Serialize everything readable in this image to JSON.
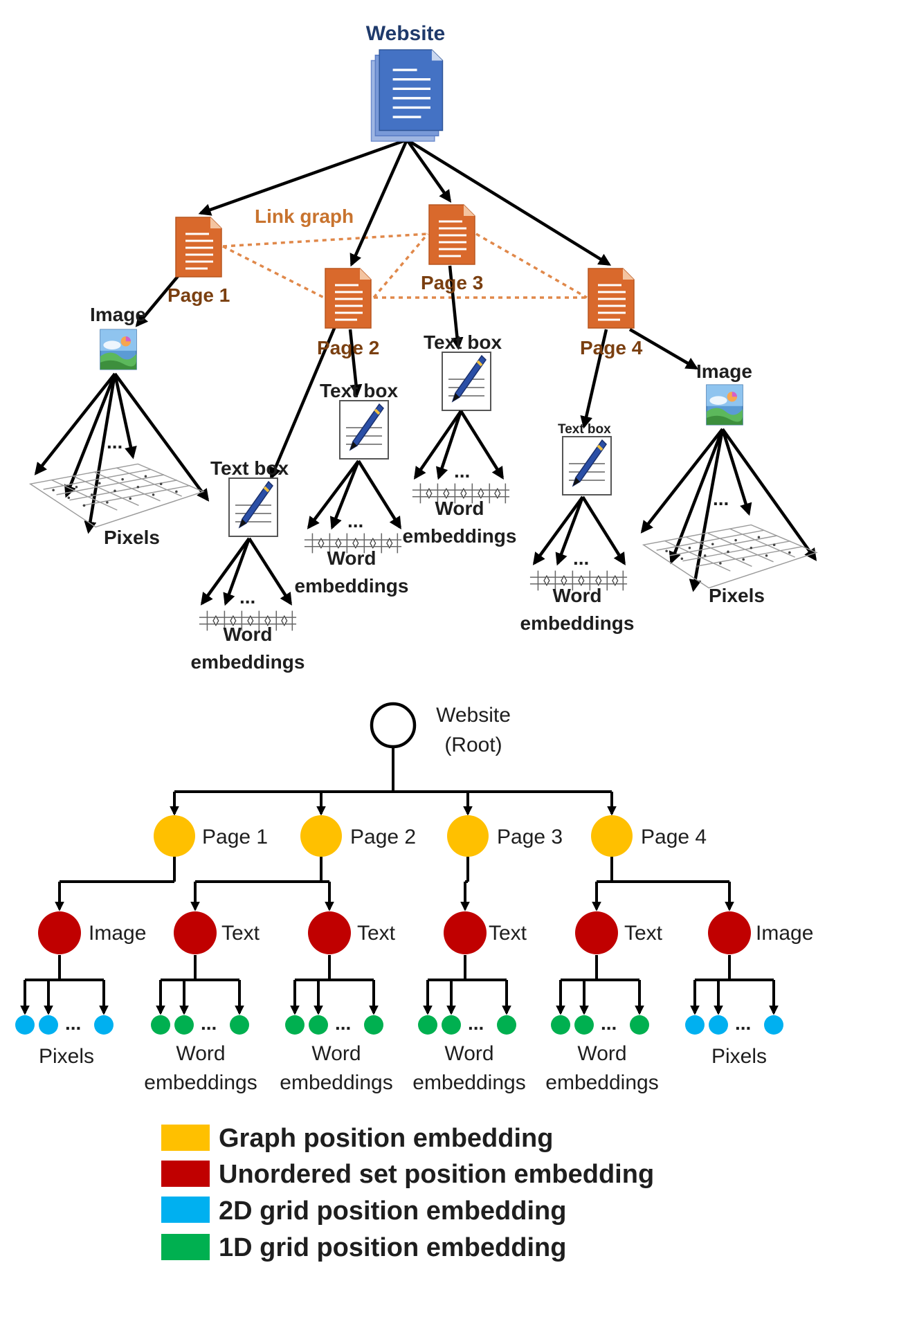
{
  "top": {
    "website_label": "Website",
    "link_graph_label": "Link graph",
    "pages": [
      "Page 1",
      "Page 2",
      "Page 3",
      "Page 4"
    ],
    "image_label": "Image",
    "text_box_label": "Text box",
    "pixels_label": "Pixels",
    "word_label": "Word",
    "embeddings_label": "embeddings",
    "ellipsis": "..."
  },
  "tree": {
    "root_line1": "Website",
    "root_line2": "(Root)",
    "pages": [
      "Page 1",
      "Page 2",
      "Page 3",
      "Page 4"
    ],
    "image_label": "Image",
    "text_label": "Text",
    "pixels_label": "Pixels",
    "word_label": "Word",
    "embeddings_label": "embeddings",
    "ellipsis": "...",
    "colors": {
      "graph": "#ffc000",
      "unordered": "#c00000",
      "grid2d": "#00b0f0",
      "grid1d": "#00b050"
    }
  },
  "legend": {
    "items": [
      {
        "label": "Graph position embedding",
        "color": "#ffc000"
      },
      {
        "label": "Unordered set position embedding",
        "color": "#c00000"
      },
      {
        "label": "2D grid position embedding",
        "color": "#00b0f0"
      },
      {
        "label": "1D grid position embedding",
        "color": "#00b050"
      }
    ]
  }
}
